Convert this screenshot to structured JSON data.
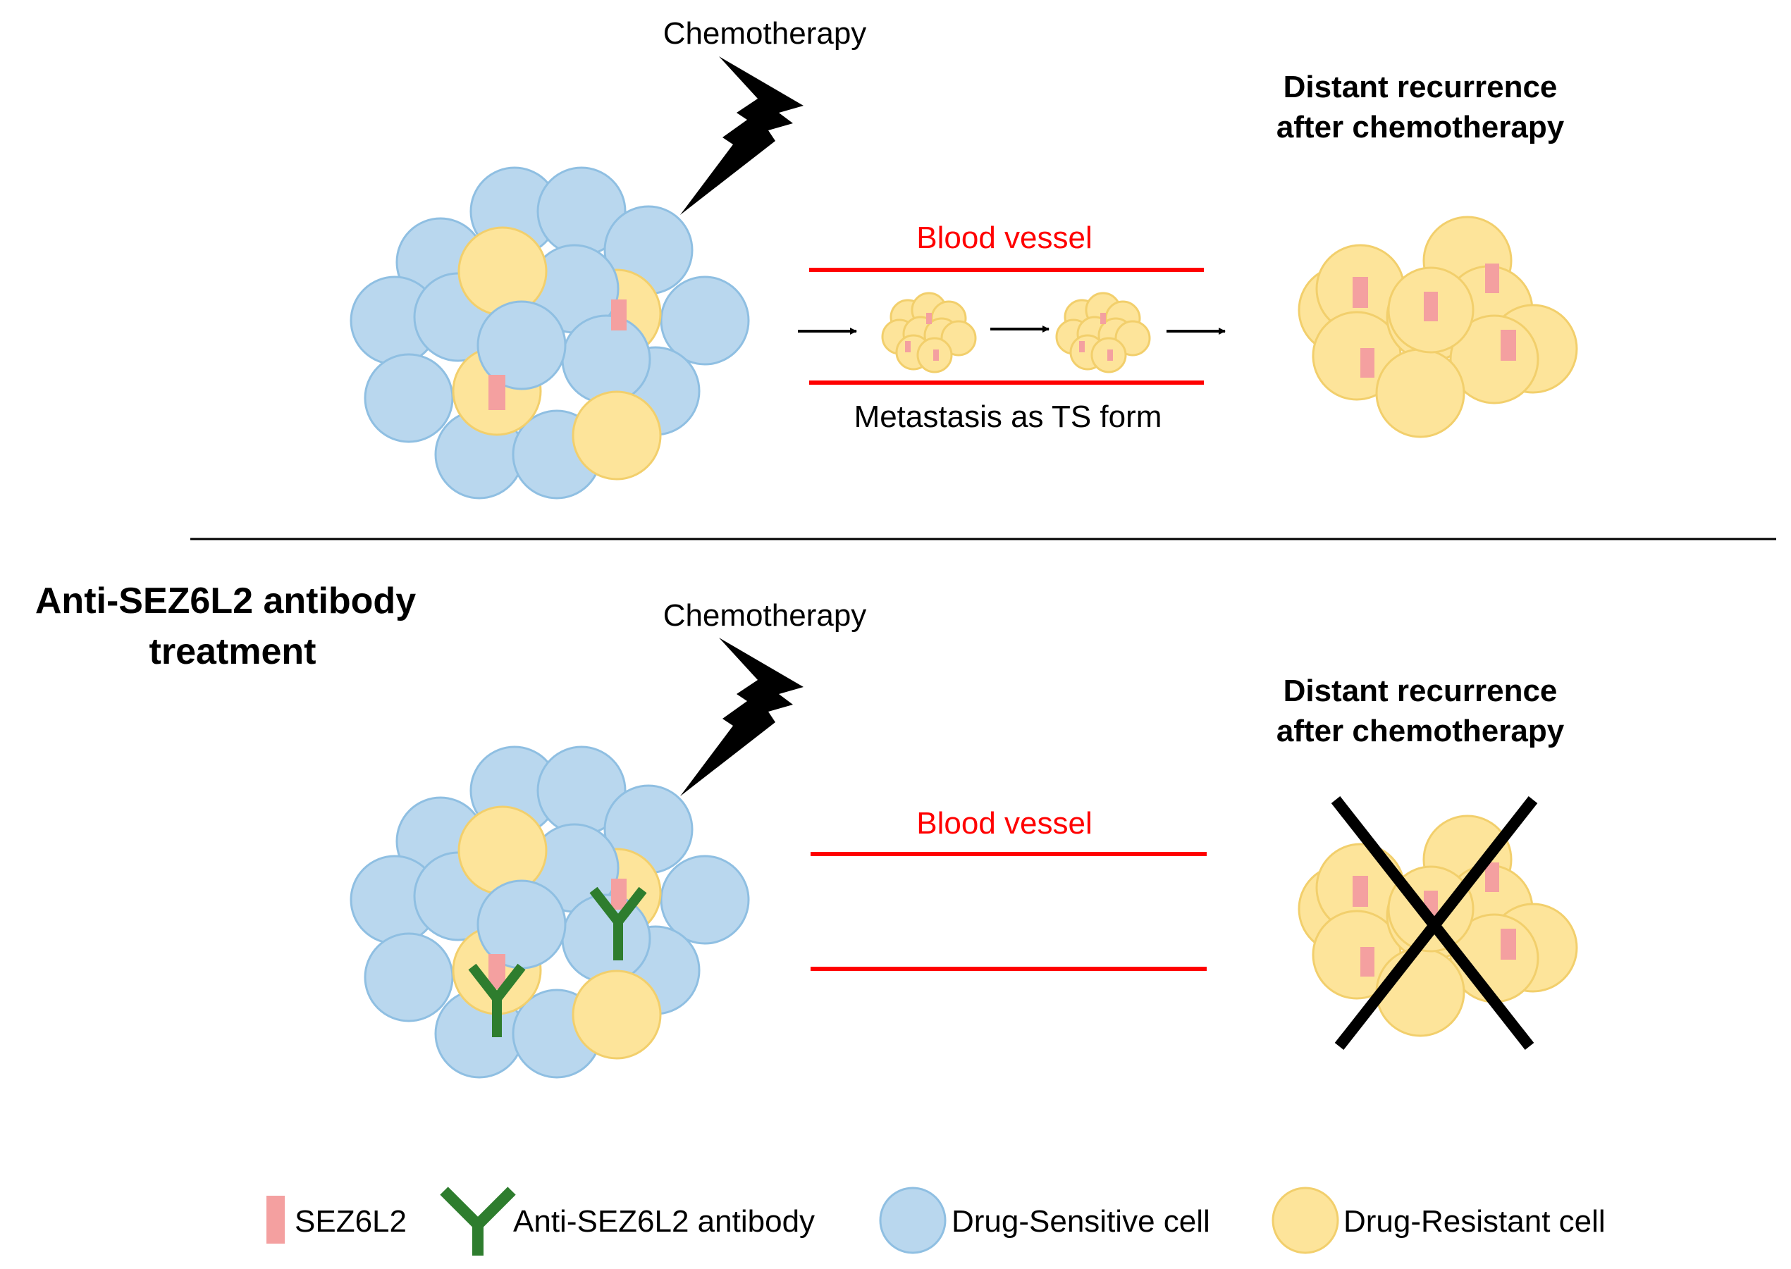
{
  "top_panel": {
    "chemo_label": "Chemotherapy",
    "vessel_label": "Blood vessel",
    "metastasis_label": "Metastasis as TS form",
    "recurrence_title": [
      "Distant  recurrence",
      "after chemotherapy"
    ]
  },
  "bottom_panel": {
    "treatment_title": [
      "Anti-SEZ6L2 antibody",
      "treatment"
    ],
    "chemo_label": "Chemotherapy",
    "vessel_label": "Blood vessel",
    "recurrence_title": [
      "Distant  recurrence",
      "after chemotherapy"
    ]
  },
  "legend": {
    "sez6l2": "SEZ6L2",
    "antibody": "Anti-SEZ6L2  antibody",
    "sensitive": "Drug-Sensitive   cell",
    "resistant": "Drug-Resistant  cell"
  },
  "colors": {
    "sensitive_fill": "#b9d7ee",
    "sensitive_stroke": "#8fbfe2",
    "resistant_fill": "#fde49a",
    "resistant_stroke": "#f2cf6c",
    "sez6l2": "#f4a0a0",
    "antibody": "#2e7d2e",
    "vessel": "#ff0000",
    "cross": "#000000"
  },
  "icons": [
    "lightning-bolt-icon",
    "arrow-right-icon",
    "antibody-y-icon",
    "cross-x-icon"
  ]
}
